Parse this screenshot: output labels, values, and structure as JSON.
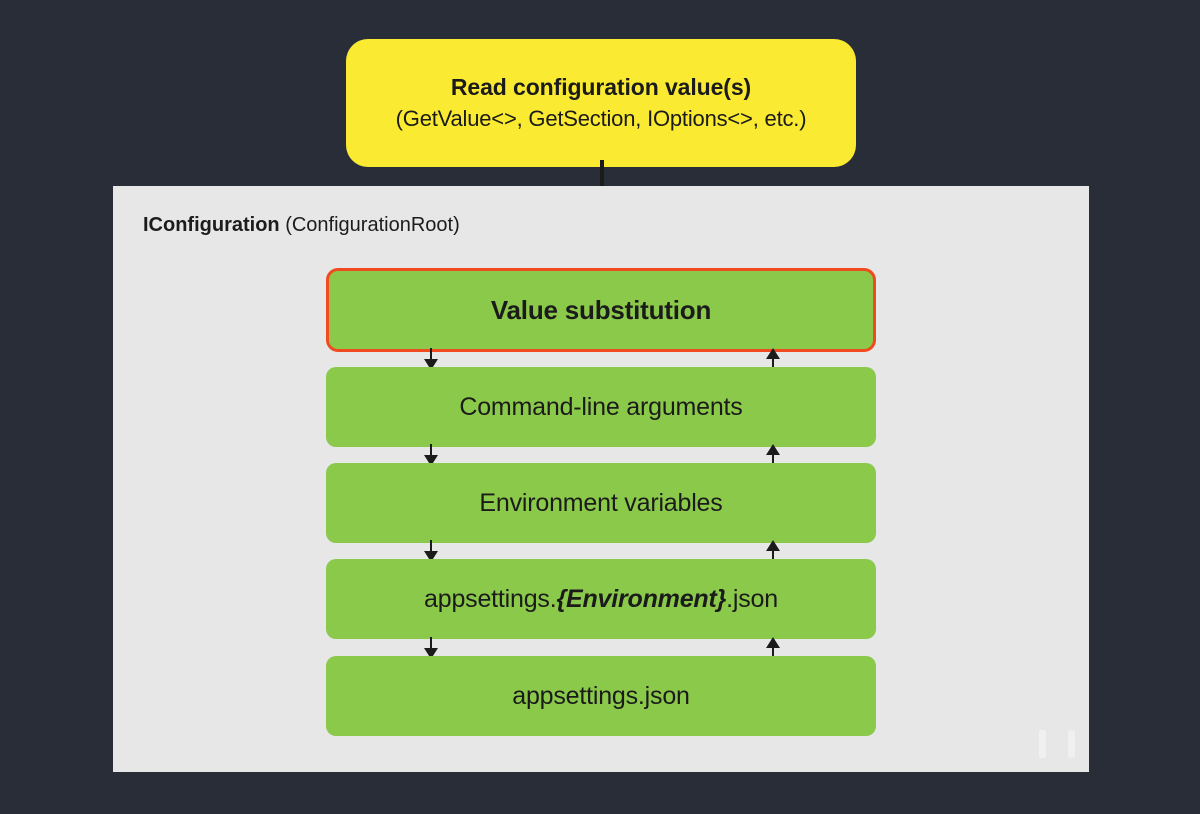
{
  "colors": {
    "background": "#282d37",
    "panel": "#e7e7e7",
    "entry_box": "#faea31",
    "layer_box": "#8bc94a",
    "highlight_border": "#f04b20",
    "text": "#1b1b1b",
    "arrow": "#1b1b1b"
  },
  "entry": {
    "title": "Read configuration value(s)",
    "subtitle": "(GetValue<>, GetSection, IOptions<>, etc.)",
    "arrow_icon": "arrow-down-icon"
  },
  "panel": {
    "label_strong": "IConfiguration",
    "label_light": "(ConfigurationRoot)"
  },
  "layers": [
    {
      "id": "value-substitution",
      "label": "Value substitution",
      "highlighted": true,
      "bold": true
    },
    {
      "id": "command-line-arguments",
      "label": "Command-line arguments",
      "highlighted": false,
      "bold": false
    },
    {
      "id": "environment-variables",
      "label": "Environment variables",
      "highlighted": false,
      "bold": false
    },
    {
      "id": "appsettings-environment-json",
      "label_prefix": "appsettings.",
      "label_italic": "{Environment}",
      "label_suffix": ".json",
      "highlighted": false,
      "bold": false
    },
    {
      "id": "appsettings-json",
      "label": "appsettings.json",
      "highlighted": false,
      "bold": false
    }
  ],
  "connectors": [
    {
      "gap": 1,
      "down_icon": "arrow-down-icon",
      "up_icon": "arrow-up-icon"
    },
    {
      "gap": 2,
      "down_icon": "arrow-down-icon",
      "up_icon": "arrow-up-icon"
    },
    {
      "gap": 3,
      "down_icon": "arrow-down-icon",
      "up_icon": "arrow-up-icon"
    },
    {
      "gap": 4,
      "down_icon": "arrow-down-icon",
      "up_icon": "arrow-up-icon"
    }
  ]
}
